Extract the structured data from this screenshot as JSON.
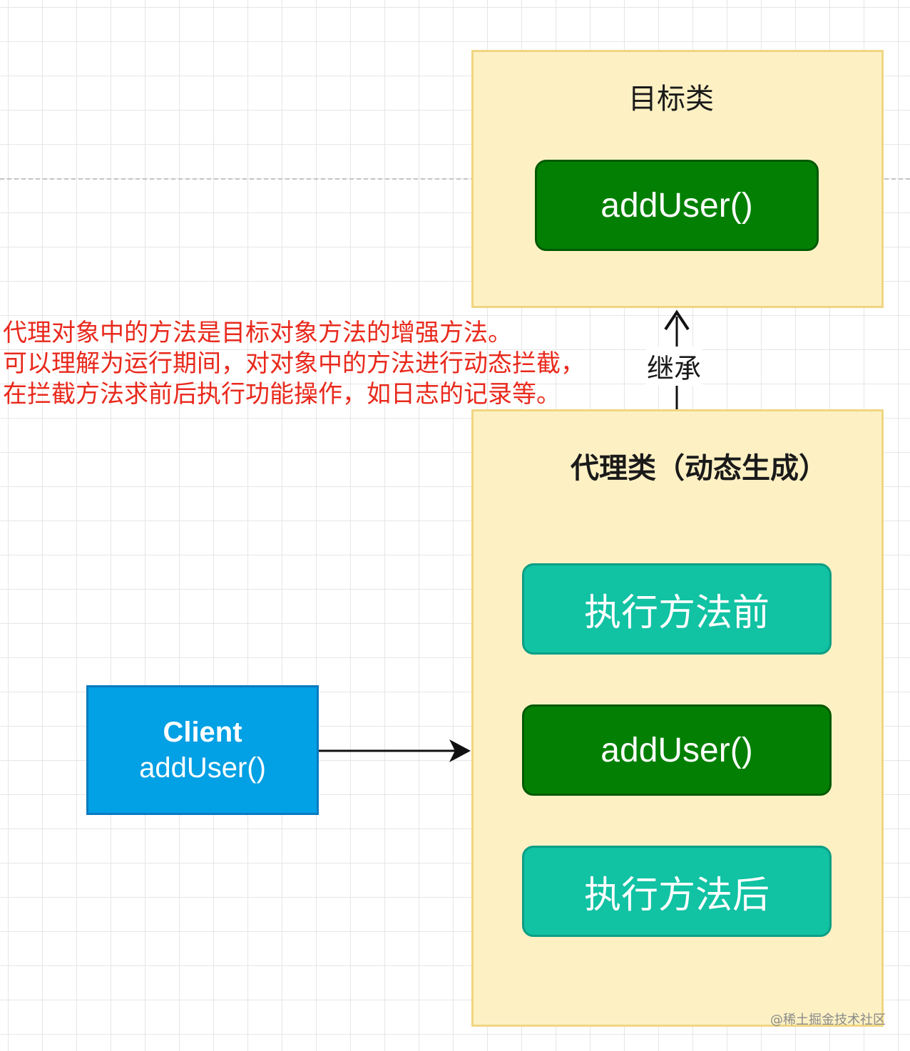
{
  "target_class": {
    "title": "目标类",
    "method": "addUser()"
  },
  "proxy_class": {
    "title": "代理类（动态生成）",
    "before": "执行方法前",
    "method": "addUser()",
    "after": "执行方法后"
  },
  "client": {
    "name": "Client",
    "method": "addUser()"
  },
  "inherit_label": "继承",
  "annotation": {
    "lines": [
      "代理对象中的方法是目标对象方法的增强方法。",
      "可以理解为运行期间，对对象中的方法进行动态拦截，",
      "在拦截方法求前后执行功能操作，如日志的记录等。"
    ]
  },
  "watermark": "@稀土掘金技术社区",
  "colors": {
    "container_fill": "#fdf1c4",
    "container_border": "#f0d682",
    "method_green": "#038003",
    "method_teal": "#11c2a3",
    "client_blue": "#02a0e4",
    "annotation_red": "#e8291c"
  }
}
